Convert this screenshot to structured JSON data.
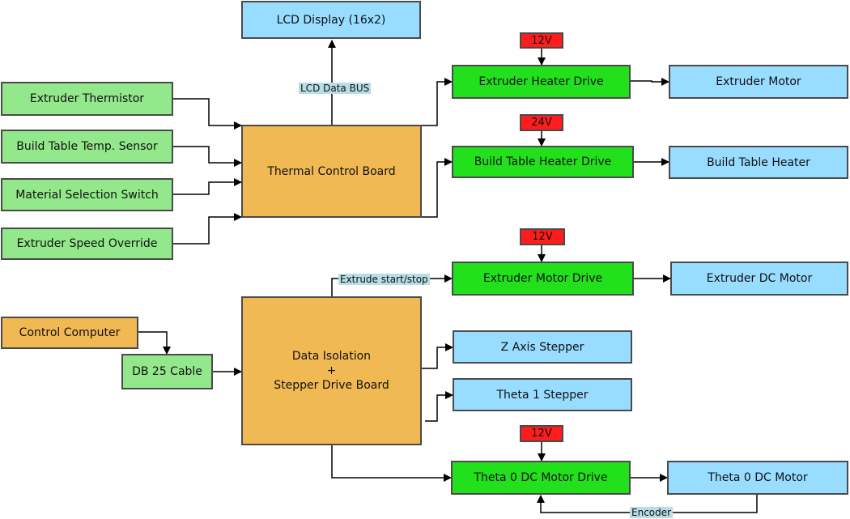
{
  "boxes": {
    "lcd_display": "LCD Display (16x2)",
    "extruder_thermistor": "Extruder Thermistor",
    "build_table_temp_sensor": "Build Table Temp. Sensor",
    "material_selection_switch": "Material Selection Switch",
    "extruder_speed_override": "Extruder Speed Override",
    "thermal_control_board": "Thermal Control Board",
    "extruder_heater_drive": "Extruder Heater Drive",
    "build_table_heater_drive": "Build Table Heater Drive",
    "extruder_motor": "Extruder Motor",
    "build_table_heater": "Build Table Heater",
    "extruder_motor_drive": "Extruder Motor Drive",
    "extruder_dc_motor": "Extruder DC Motor",
    "control_computer": "Control Computer",
    "db25_cable": "DB 25 Cable",
    "data_isolation_line1": "Data Isolation",
    "data_isolation_line2": "+",
    "data_isolation_line3": "Stepper Drive Board",
    "z_axis_stepper": "Z Axis Stepper",
    "theta1_stepper": "Theta 1 Stepper",
    "theta0_dc_motor_drive": "Theta 0 DC Motor Drive",
    "theta0_dc_motor": "Theta 0 DC Motor"
  },
  "voltages": {
    "extruder_heater": "12V",
    "build_table_heater": "24V",
    "extruder_motor": "12V",
    "theta0_motor": "12V"
  },
  "labels": {
    "lcd_data_bus": "LCD Data BUS",
    "extrude_start_stop": "Extrude start/stop",
    "encoder": "Encoder"
  },
  "colors": {
    "input_green": "#92e88a",
    "drive_green": "#22e01c",
    "output_blue": "#98dcff",
    "board_orange": "#f0b954",
    "voltage_red": "#ff1c1c"
  }
}
